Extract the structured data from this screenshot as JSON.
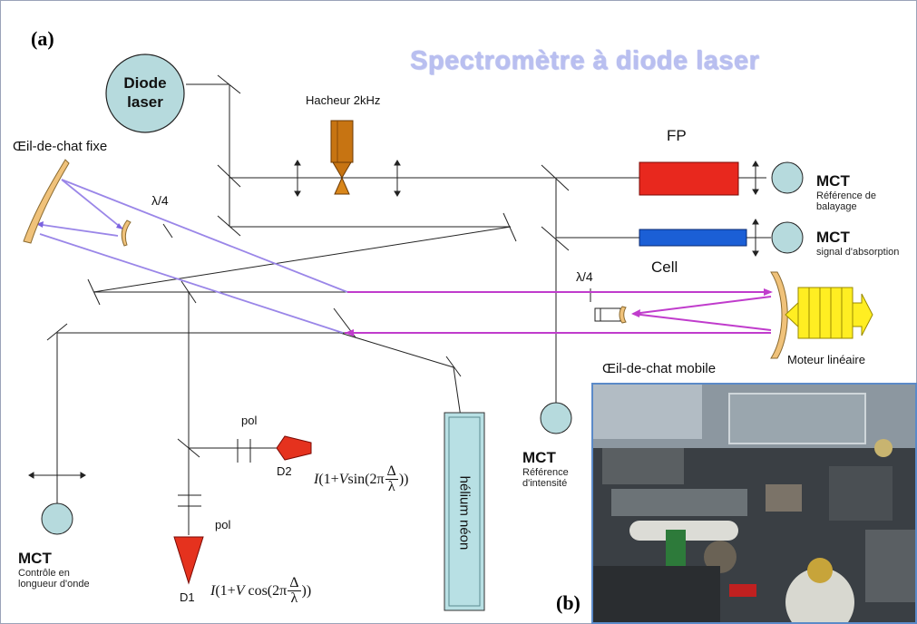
{
  "panel_a": "(a)",
  "panel_b": "(b)",
  "title": "Spectromètre à diode laser",
  "diode": {
    "line1": "Diode",
    "line2": "laser"
  },
  "hacheur": "Hacheur 2kHz",
  "fp": "FP",
  "cell": "Cell",
  "oeil_fixe": "Œil-de-chat fixe",
  "oeil_mobile": "Œil-de-chat mobile",
  "lambda4_1": "λ/4",
  "lambda4_2": "λ/4",
  "moteur": "Moteur linéaire",
  "helium": "hélium néon",
  "pol_1": "pol",
  "pol_2": "pol",
  "d1": "D1",
  "d2": "D2",
  "mct_ref_balayage": {
    "name": "MCT",
    "line1": "Référence de",
    "line2": "balayage"
  },
  "mct_absorption": {
    "name": "MCT",
    "line1": "signal d'absorption"
  },
  "mct_intensite": {
    "name": "MCT",
    "line1": "Référence",
    "line2": "d'intensité"
  },
  "mct_onde": {
    "name": "MCT",
    "line1": "Contrôle en",
    "line2": "longueur d'onde"
  },
  "formula_d2": {
    "I": "I",
    "body": "(1+",
    "V": "V",
    "fn": "sin(2π",
    "num": "Δ",
    "den": "λ",
    "close": "))"
  },
  "formula_d1": {
    "I": "I",
    "body": "(1+",
    "V": "V",
    "fn": "cos(2π",
    "num": "Δ",
    "den": "λ",
    "close": "))"
  },
  "colors": {
    "title": "#b9bff0",
    "fp_block": "#e8281e",
    "cell_block": "#1b5fd6",
    "violet_beam": "#9a86e8",
    "magenta_beam": "#c03ccc",
    "detector_fill": "#b6dadd",
    "detector_red": "#e5321e",
    "cat_eye": "#f0c27a",
    "chopper": "#c77412",
    "motor": "#ffee22",
    "helium_tube": "#b8e0e4"
  }
}
